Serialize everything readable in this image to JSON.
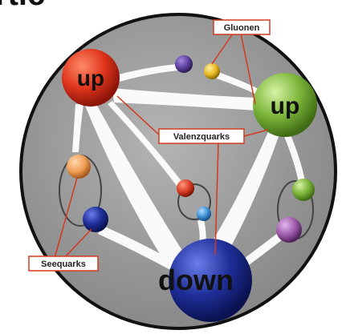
{
  "header": {
    "text": "rtic"
  },
  "quarks": {
    "up_left": {
      "label": "up",
      "color": "#e0361c"
    },
    "up_right": {
      "label": "up",
      "color": "#7cb63a"
    },
    "down": {
      "label": "down",
      "color": "#1f2f9a"
    }
  },
  "callouts": {
    "gluonen": "Gluonen",
    "valenzquarks": "Valenzquarks",
    "seequarks": "Seequarks"
  },
  "colors": {
    "background_disc": "#9a9a9a",
    "rim": "#111111",
    "flux_tube": "#ffffff",
    "callout_line": "#d23a1e",
    "small_purple": "#5b3f9c",
    "small_yellow": "#e8b81e",
    "small_orange": "#f2a055",
    "small_navy": "#1f2f9a",
    "small_red": "#d83a22",
    "small_blue": "#3a8fd6",
    "small_green": "#7cb63a",
    "small_violet": "#9a58a8"
  }
}
